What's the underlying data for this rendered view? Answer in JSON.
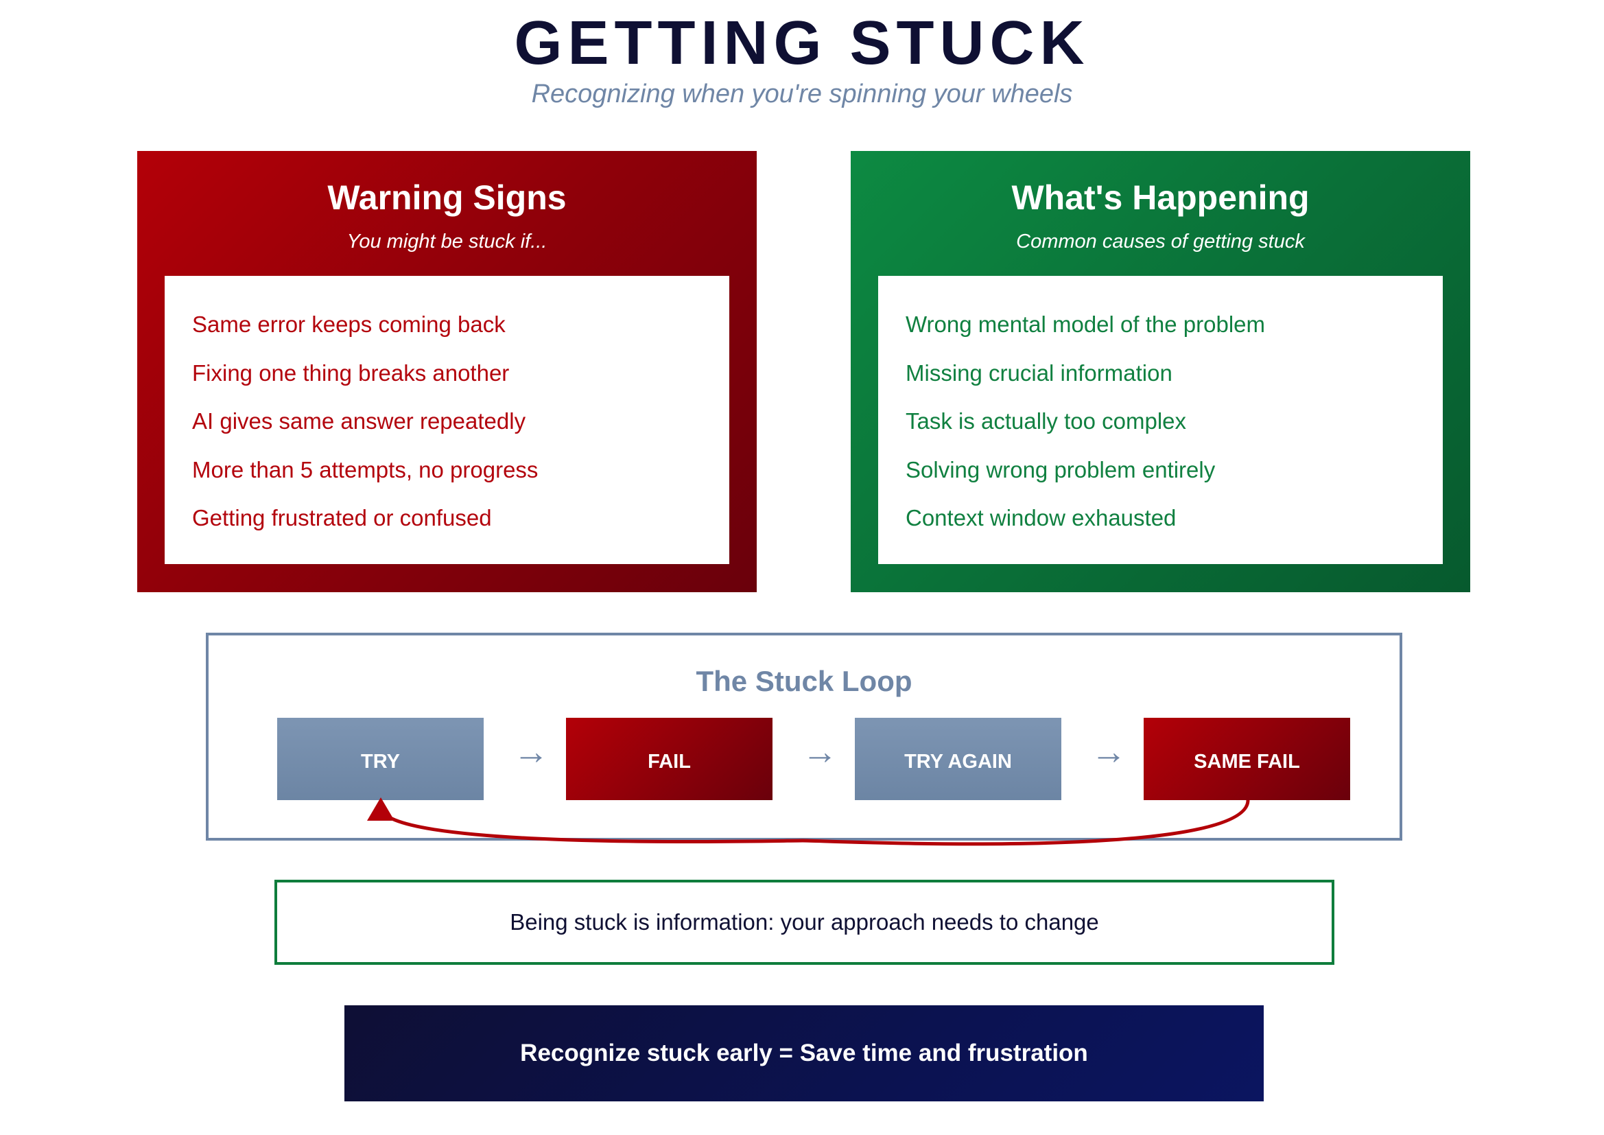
{
  "header": {
    "title": "GETTING STUCK",
    "subtitle": "Recognizing when you're spinning your wheels"
  },
  "warning_panel": {
    "title": "Warning Signs",
    "subtitle": "You might be stuck if...",
    "items": [
      "Same error keeps coming back",
      "Fixing one thing breaks another",
      "AI gives same answer repeatedly",
      "More than 5 attempts, no progress",
      "Getting frustrated or confused"
    ],
    "color": "#b30008"
  },
  "happening_panel": {
    "title": "What's Happening",
    "subtitle": "Common causes of getting stuck",
    "items": [
      "Wrong mental model of the problem",
      "Missing crucial information",
      "Task is actually too complex",
      "Solving wrong problem entirely",
      "Context window exhausted"
    ],
    "color": "#0d8a42"
  },
  "loop": {
    "title": "The Stuck Loop",
    "steps": [
      "TRY",
      "FAIL",
      "TRY AGAIN",
      "SAME FAIL"
    ],
    "arrow": "→",
    "border_color": "#6f86a6",
    "loop_arrow_color": "#b30008"
  },
  "info": {
    "text": "Being stuck is information: your approach needs to change"
  },
  "banner": {
    "text": "Recognize stuck early = Save time and frustration"
  }
}
